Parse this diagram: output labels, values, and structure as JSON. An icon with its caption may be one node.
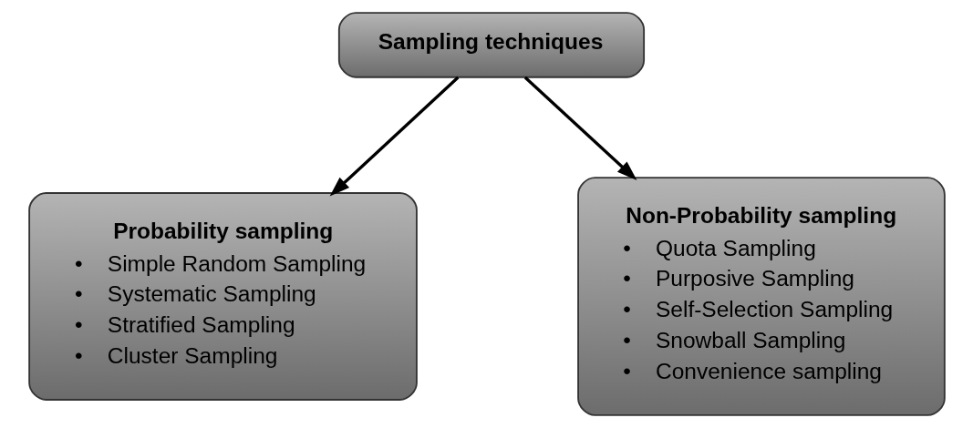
{
  "diagram": {
    "nodes": [
      {
        "text": [
          "Sampling techniques"
        ]
      },
      {
        "text": [
          "Probability sampling",
          "•    Simple Random Sampling",
          "•    Systematic Sampling",
          "•    Stratified Sampling",
          "•    Cluster Sampling"
        ]
      },
      {
        "text": [
          "Non-Probability sampling",
          "•    Quota Sampling",
          "•    Purposive Sampling",
          "•    Self-Selection Sampling",
          "•    Snowball Sampling",
          "•    Convenience sampling"
        ]
      }
    ],
    "edges": [
      {
        "from": 0,
        "to": 1,
        "arrow": "to"
      },
      {
        "from": 0,
        "to": 2,
        "arrow": "to"
      }
    ]
  }
}
